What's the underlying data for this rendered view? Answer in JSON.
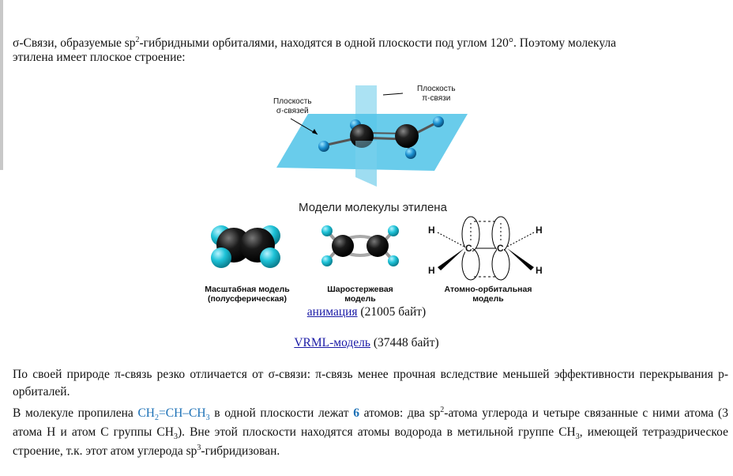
{
  "intro": {
    "line1_part1": "σ-Связи, образуемые sp",
    "line1_sup": "2",
    "line1_part2": "-гибридными орбиталями, находятся в одной плоскости под углом 120°. Поэтому молекула",
    "line2": "этилена имеет плоское строение:"
  },
  "figure_top": {
    "label_pi_1": "Плоскость",
    "label_pi_2": "π-связи",
    "label_sigma_1": "Плоскость",
    "label_sigma_2": "σ-связей"
  },
  "models": {
    "title": "Модели молекулы этилена",
    "caption_scale_1": "Масштабная модель",
    "caption_scale_2": "(полусферическая)",
    "caption_ball_1": "Шаростержевая",
    "caption_ball_2": "модель",
    "caption_orb_1": "Атомно-орбитальная",
    "caption_orb_2": "модель",
    "atom_H": "H",
    "atom_C": "C"
  },
  "links": {
    "animation_label": "анимация",
    "animation_size": "(21005 байт)",
    "vrml_label": "VRML-модель",
    "vrml_size": "(37448 байт)"
  },
  "para_pi": "По своей природе π-связь резко отличается от σ-связи: π-связь менее прочная вследствие меньшей эффективности перекрывания р-орбиталей.",
  "para_propylene": {
    "t1": "В молекуле пропилена ",
    "formula_a": "CH",
    "formula_a_sub": "2",
    "formula_b": "=CH–CH",
    "formula_b_sub": "3",
    "t2": " в одной плоскости лежат ",
    "count": "6",
    "t3": " атомов: два sp",
    "sup1": "2",
    "t4": "-атома углерода и четыре связанные с ними атома (3 атома Н и атом С группы CH",
    "sub1": "3",
    "t5": "). Вне этой плоскости находятся атомы водорода в метильной группе CH",
    "sub2": "3",
    "t6": ", имеющей тетраэдрическое строение, т.к. этот атом углерода sp",
    "sup2": "3",
    "t7": "-гибридизован."
  },
  "colors": {
    "link": "#1a1aa6",
    "formula": "#1a6fb5",
    "plane": "#4fc3e8",
    "hydrogen": "#1ea5c8"
  }
}
